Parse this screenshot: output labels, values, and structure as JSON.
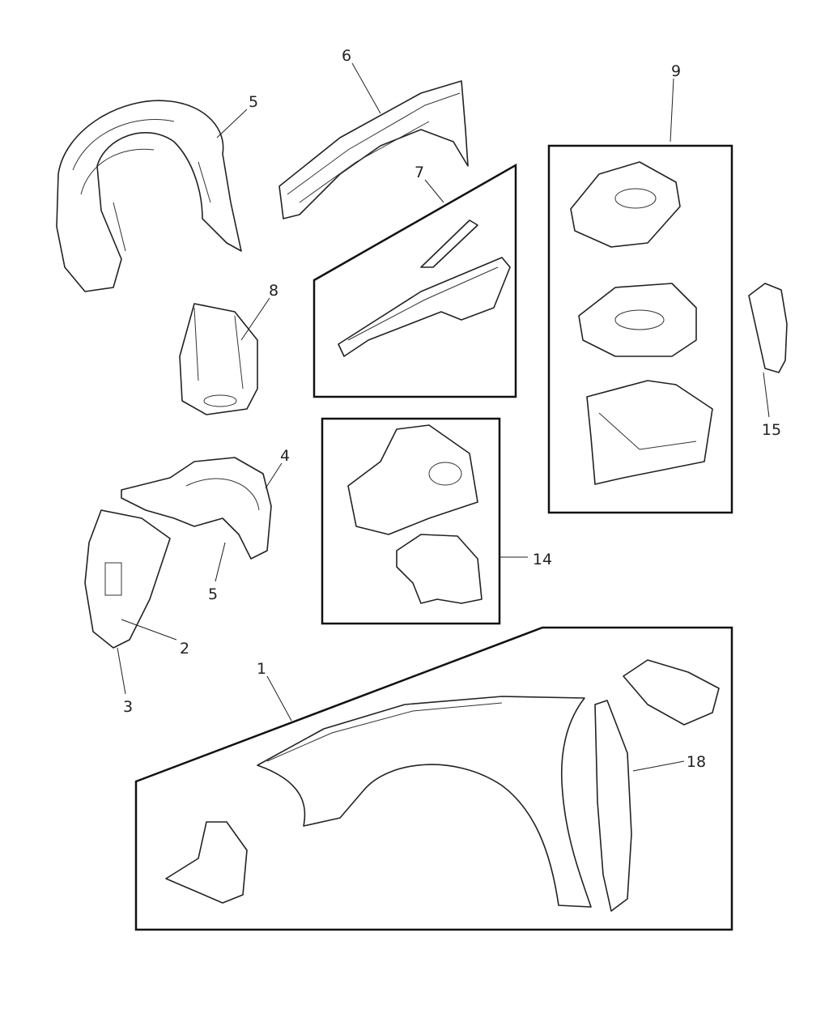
{
  "diagram": {
    "callouts": [
      {
        "id": "c5a",
        "label": "5"
      },
      {
        "id": "c6",
        "label": "6"
      },
      {
        "id": "c9",
        "label": "9"
      },
      {
        "id": "c7",
        "label": "7"
      },
      {
        "id": "c8",
        "label": "8"
      },
      {
        "id": "c15",
        "label": "15"
      },
      {
        "id": "c4",
        "label": "4"
      },
      {
        "id": "c14",
        "label": "14"
      },
      {
        "id": "c5b",
        "label": "5"
      },
      {
        "id": "c2",
        "label": "2"
      },
      {
        "id": "c3",
        "label": "3"
      },
      {
        "id": "c1",
        "label": "1"
      },
      {
        "id": "c18",
        "label": "18"
      }
    ]
  }
}
